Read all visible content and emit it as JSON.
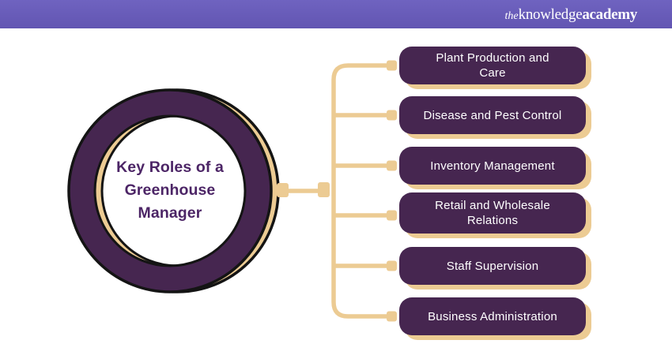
{
  "header": {
    "logo_the": "the",
    "logo_knowledge": "knowledge",
    "logo_academy": "academy"
  },
  "diagram": {
    "center": {
      "line1": "Key Roles of a",
      "line2": "Greenhouse",
      "line3": "Manager"
    },
    "roles": [
      {
        "label": "Plant Production and Care"
      },
      {
        "label": "Disease and Pest Control"
      },
      {
        "label": "Inventory Management"
      },
      {
        "label": "Retail and Wholesale Relations"
      },
      {
        "label": "Staff Supervision"
      },
      {
        "label": "Business Administration"
      }
    ]
  },
  "colors": {
    "header_purple": "#6659B6",
    "box_purple": "#462650",
    "tan_accent": "#ECCB93",
    "outline_black": "#141414",
    "title_purple": "#4C2566",
    "box_text": "#FFFFFF"
  }
}
